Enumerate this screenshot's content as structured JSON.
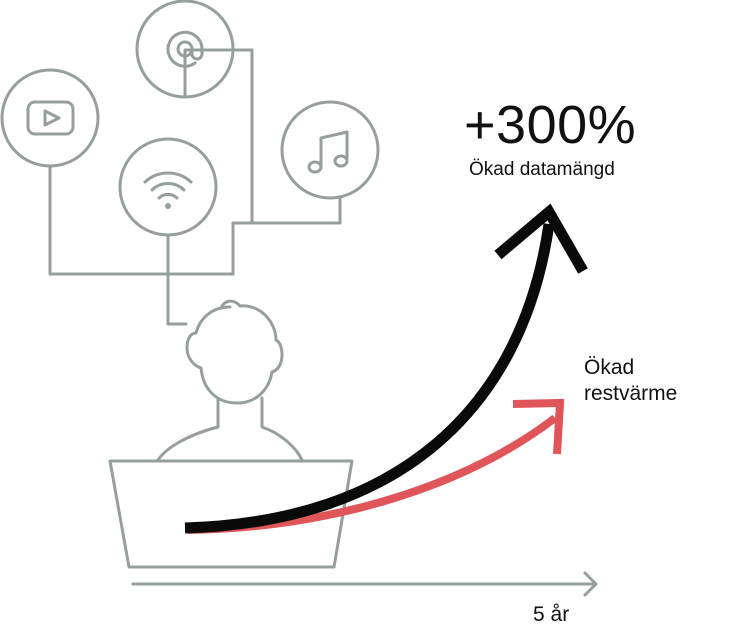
{
  "labels": {
    "data_increase_value": "+300%",
    "data_increase_caption": "Ökad datamängd",
    "heat_line1": "Ökad",
    "heat_line2": "restvärme",
    "time_axis": "5 år"
  },
  "icons": [
    "youtube-icon",
    "at-sign-icon",
    "wifi-icon",
    "music-note-icon",
    "person-icon",
    "laptop-icon"
  ],
  "colors": {
    "line_gray": "#95a09a",
    "data_arrow": "#0a0a0a",
    "heat_arrow": "#e0555a",
    "text": "#111111"
  }
}
